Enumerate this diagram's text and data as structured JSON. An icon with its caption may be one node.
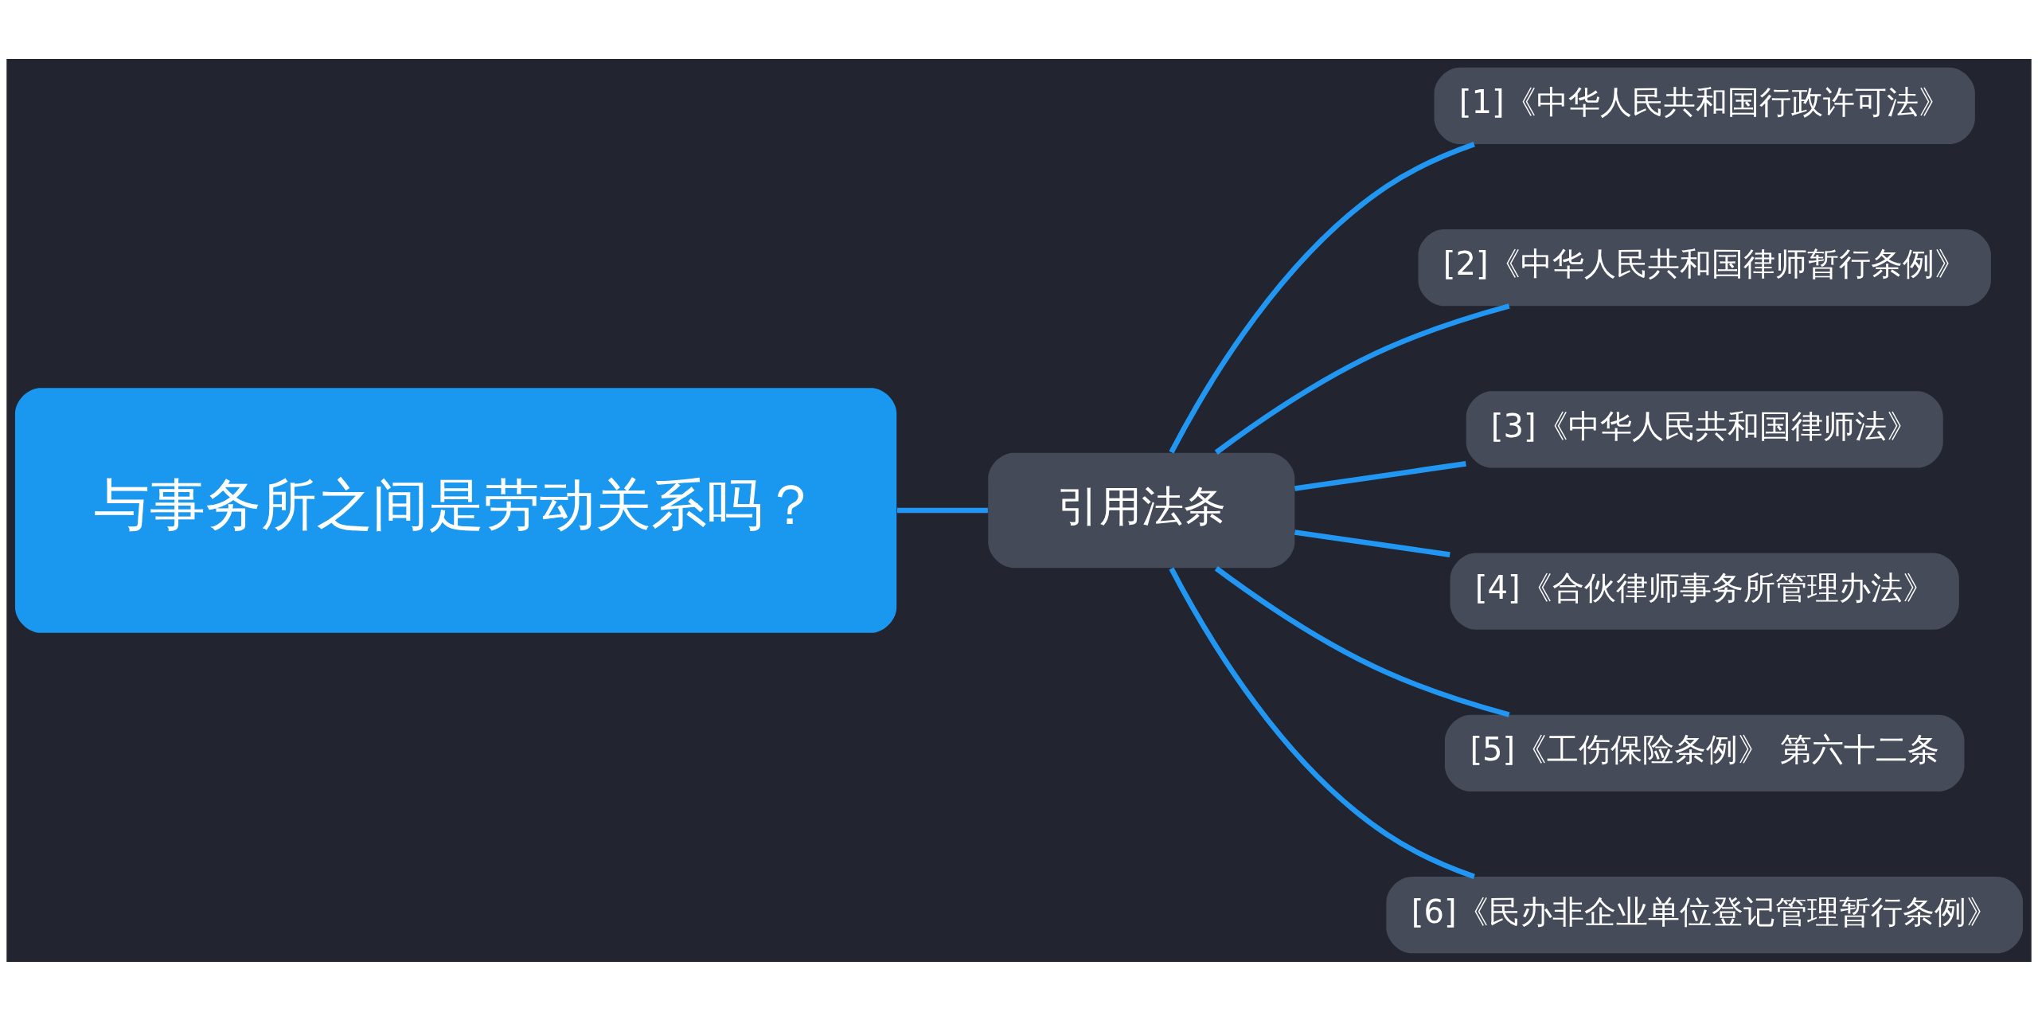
{
  "diagram": {
    "nodes": [
      {
        "text": [
          "与事务所之间是劳动关系吗？"
        ]
      },
      {
        "text": [
          "引用法条"
        ]
      },
      {
        "text": [
          "[1]《中华人民共和国行政许可法》"
        ]
      },
      {
        "text": [
          "[2]《中华人民共和国律师暂行条例》"
        ]
      },
      {
        "text": [
          "[3]《中华人民共和国律师法》"
        ]
      },
      {
        "text": [
          "[4]《合伙律师事务所管理办法》"
        ]
      },
      {
        "text": [
          "[5]《工伤保险条例》 第六十二条"
        ]
      },
      {
        "text": [
          "[6]《民办非企业单位登记管理暂行条例》"
        ]
      }
    ],
    "edges": [
      {
        "from": 0,
        "to": 1,
        "arrow": "none"
      },
      {
        "from": 1,
        "to": 2,
        "arrow": "none"
      },
      {
        "from": 1,
        "to": 3,
        "arrow": "none"
      },
      {
        "from": 1,
        "to": 4,
        "arrow": "none"
      },
      {
        "from": 1,
        "to": 5,
        "arrow": "none"
      },
      {
        "from": 1,
        "to": 6,
        "arrow": "none"
      },
      {
        "from": 1,
        "to": 7,
        "arrow": "none"
      }
    ]
  }
}
